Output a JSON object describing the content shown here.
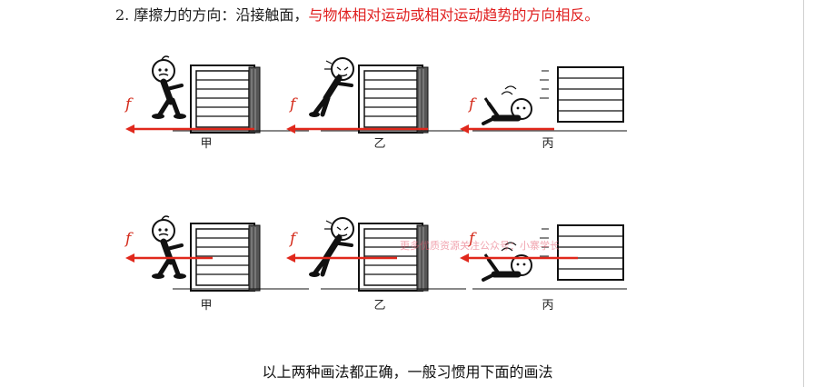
{
  "heading": {
    "prefix": "2. 摩擦力的方向：沿接触面，",
    "highlight": "与物体相对运动或相对运动趋势的方向相反。"
  },
  "force_label": "f",
  "rows": [
    {
      "id": "row1",
      "scenes": [
        {
          "caption": "甲"
        },
        {
          "caption": "乙"
        },
        {
          "caption": "丙"
        }
      ]
    },
    {
      "id": "row2",
      "scenes": [
        {
          "caption": "甲"
        },
        {
          "caption": "乙"
        },
        {
          "caption": "丙"
        }
      ]
    }
  ],
  "watermark": "更多优质资源关注公众号：小寨学长",
  "footer": "以上两种画法都正确，一般习惯用下面的画法",
  "colors": {
    "highlight_text": "#e02020",
    "force_arrow": "#e0281c",
    "force_label": "#d42a1a"
  }
}
